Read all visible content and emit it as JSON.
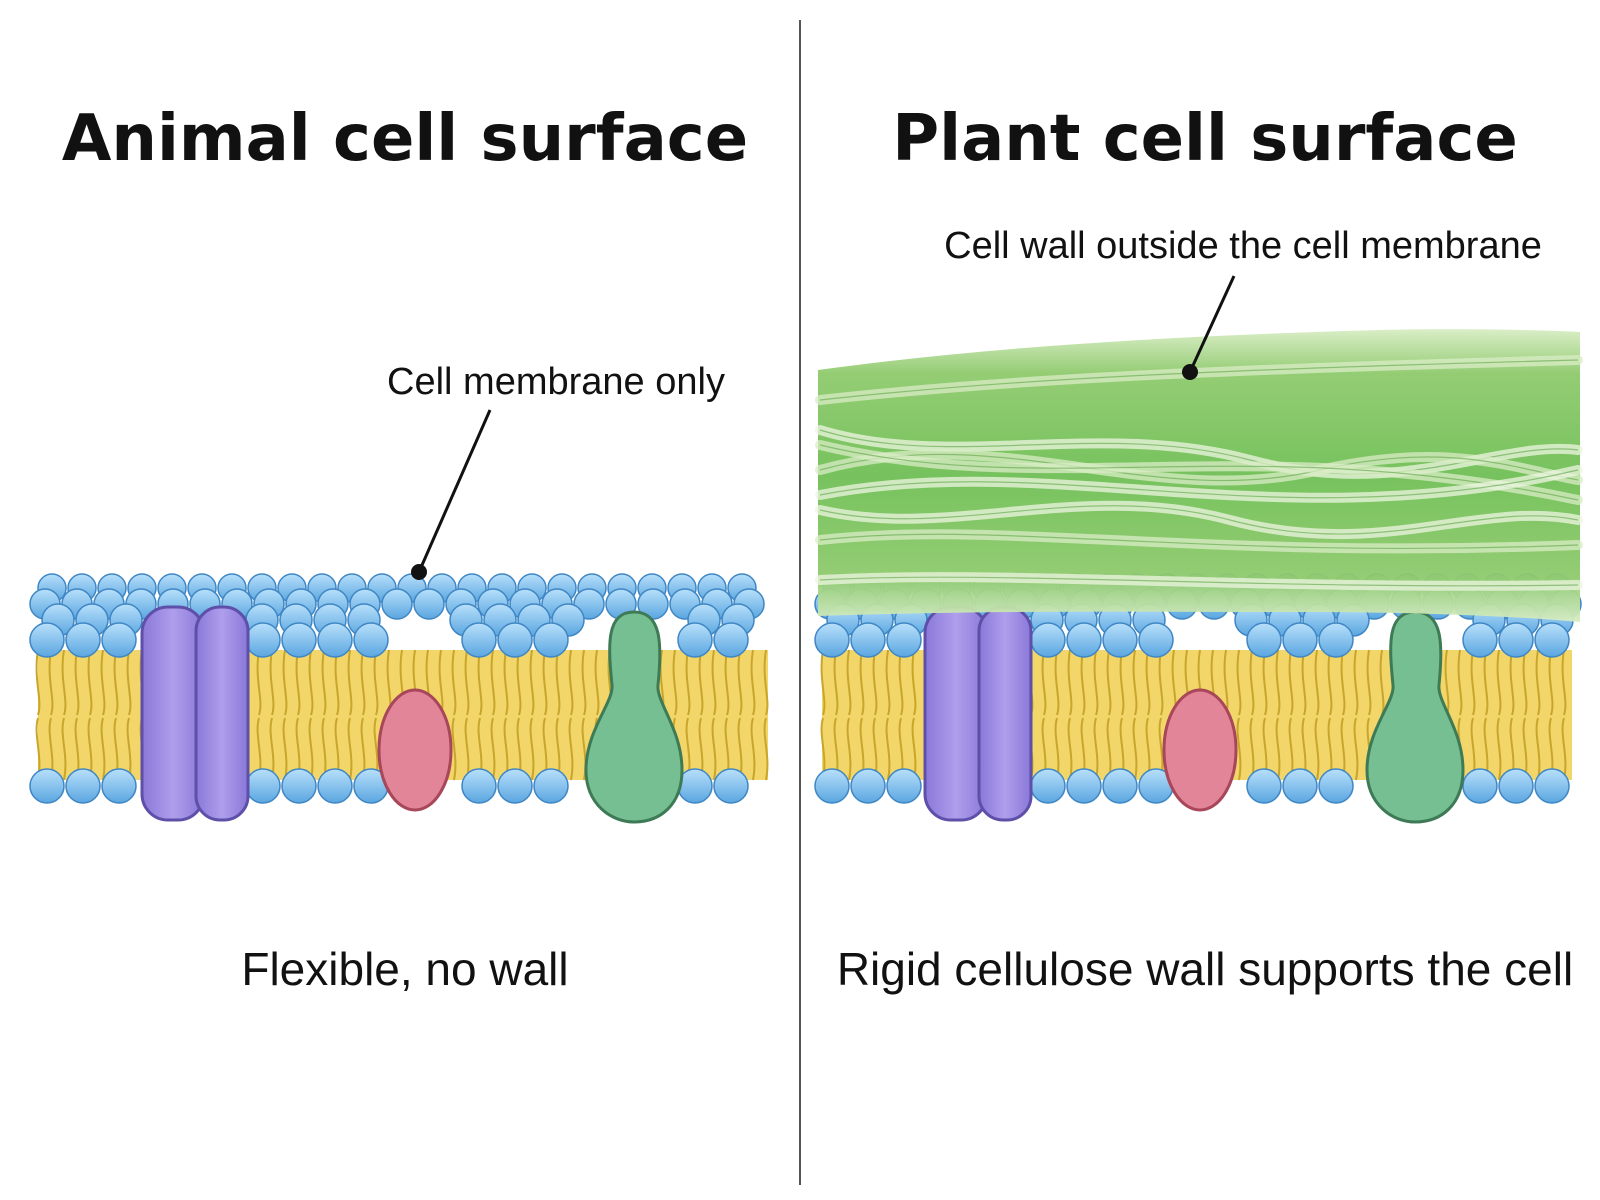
{
  "panels": {
    "animal": {
      "title": "Animal cell surface",
      "callout": "Cell membrane only",
      "caption": "Flexible, no wall"
    },
    "plant": {
      "title": "Plant cell surface",
      "callout": "Cell wall outside the cell membrane",
      "caption": "Rigid cellulose wall supports the cell"
    }
  },
  "colors": {
    "lipid_head": "#7ec1ee",
    "lipid_head_stroke": "#3f86c4",
    "lipid_tails": "#f2d66a",
    "tail_stroke": "#c9a52c",
    "channel_protein": "#a08ee2",
    "small_protein": "#e28598",
    "glyco_protein": "#76bf92",
    "cell_wall": "#8fca6d",
    "divider": "#555555"
  },
  "icons": {
    "channel": "channel-protein-icon",
    "small": "peripheral-protein-icon",
    "glyco": "transmembrane-protein-icon"
  }
}
